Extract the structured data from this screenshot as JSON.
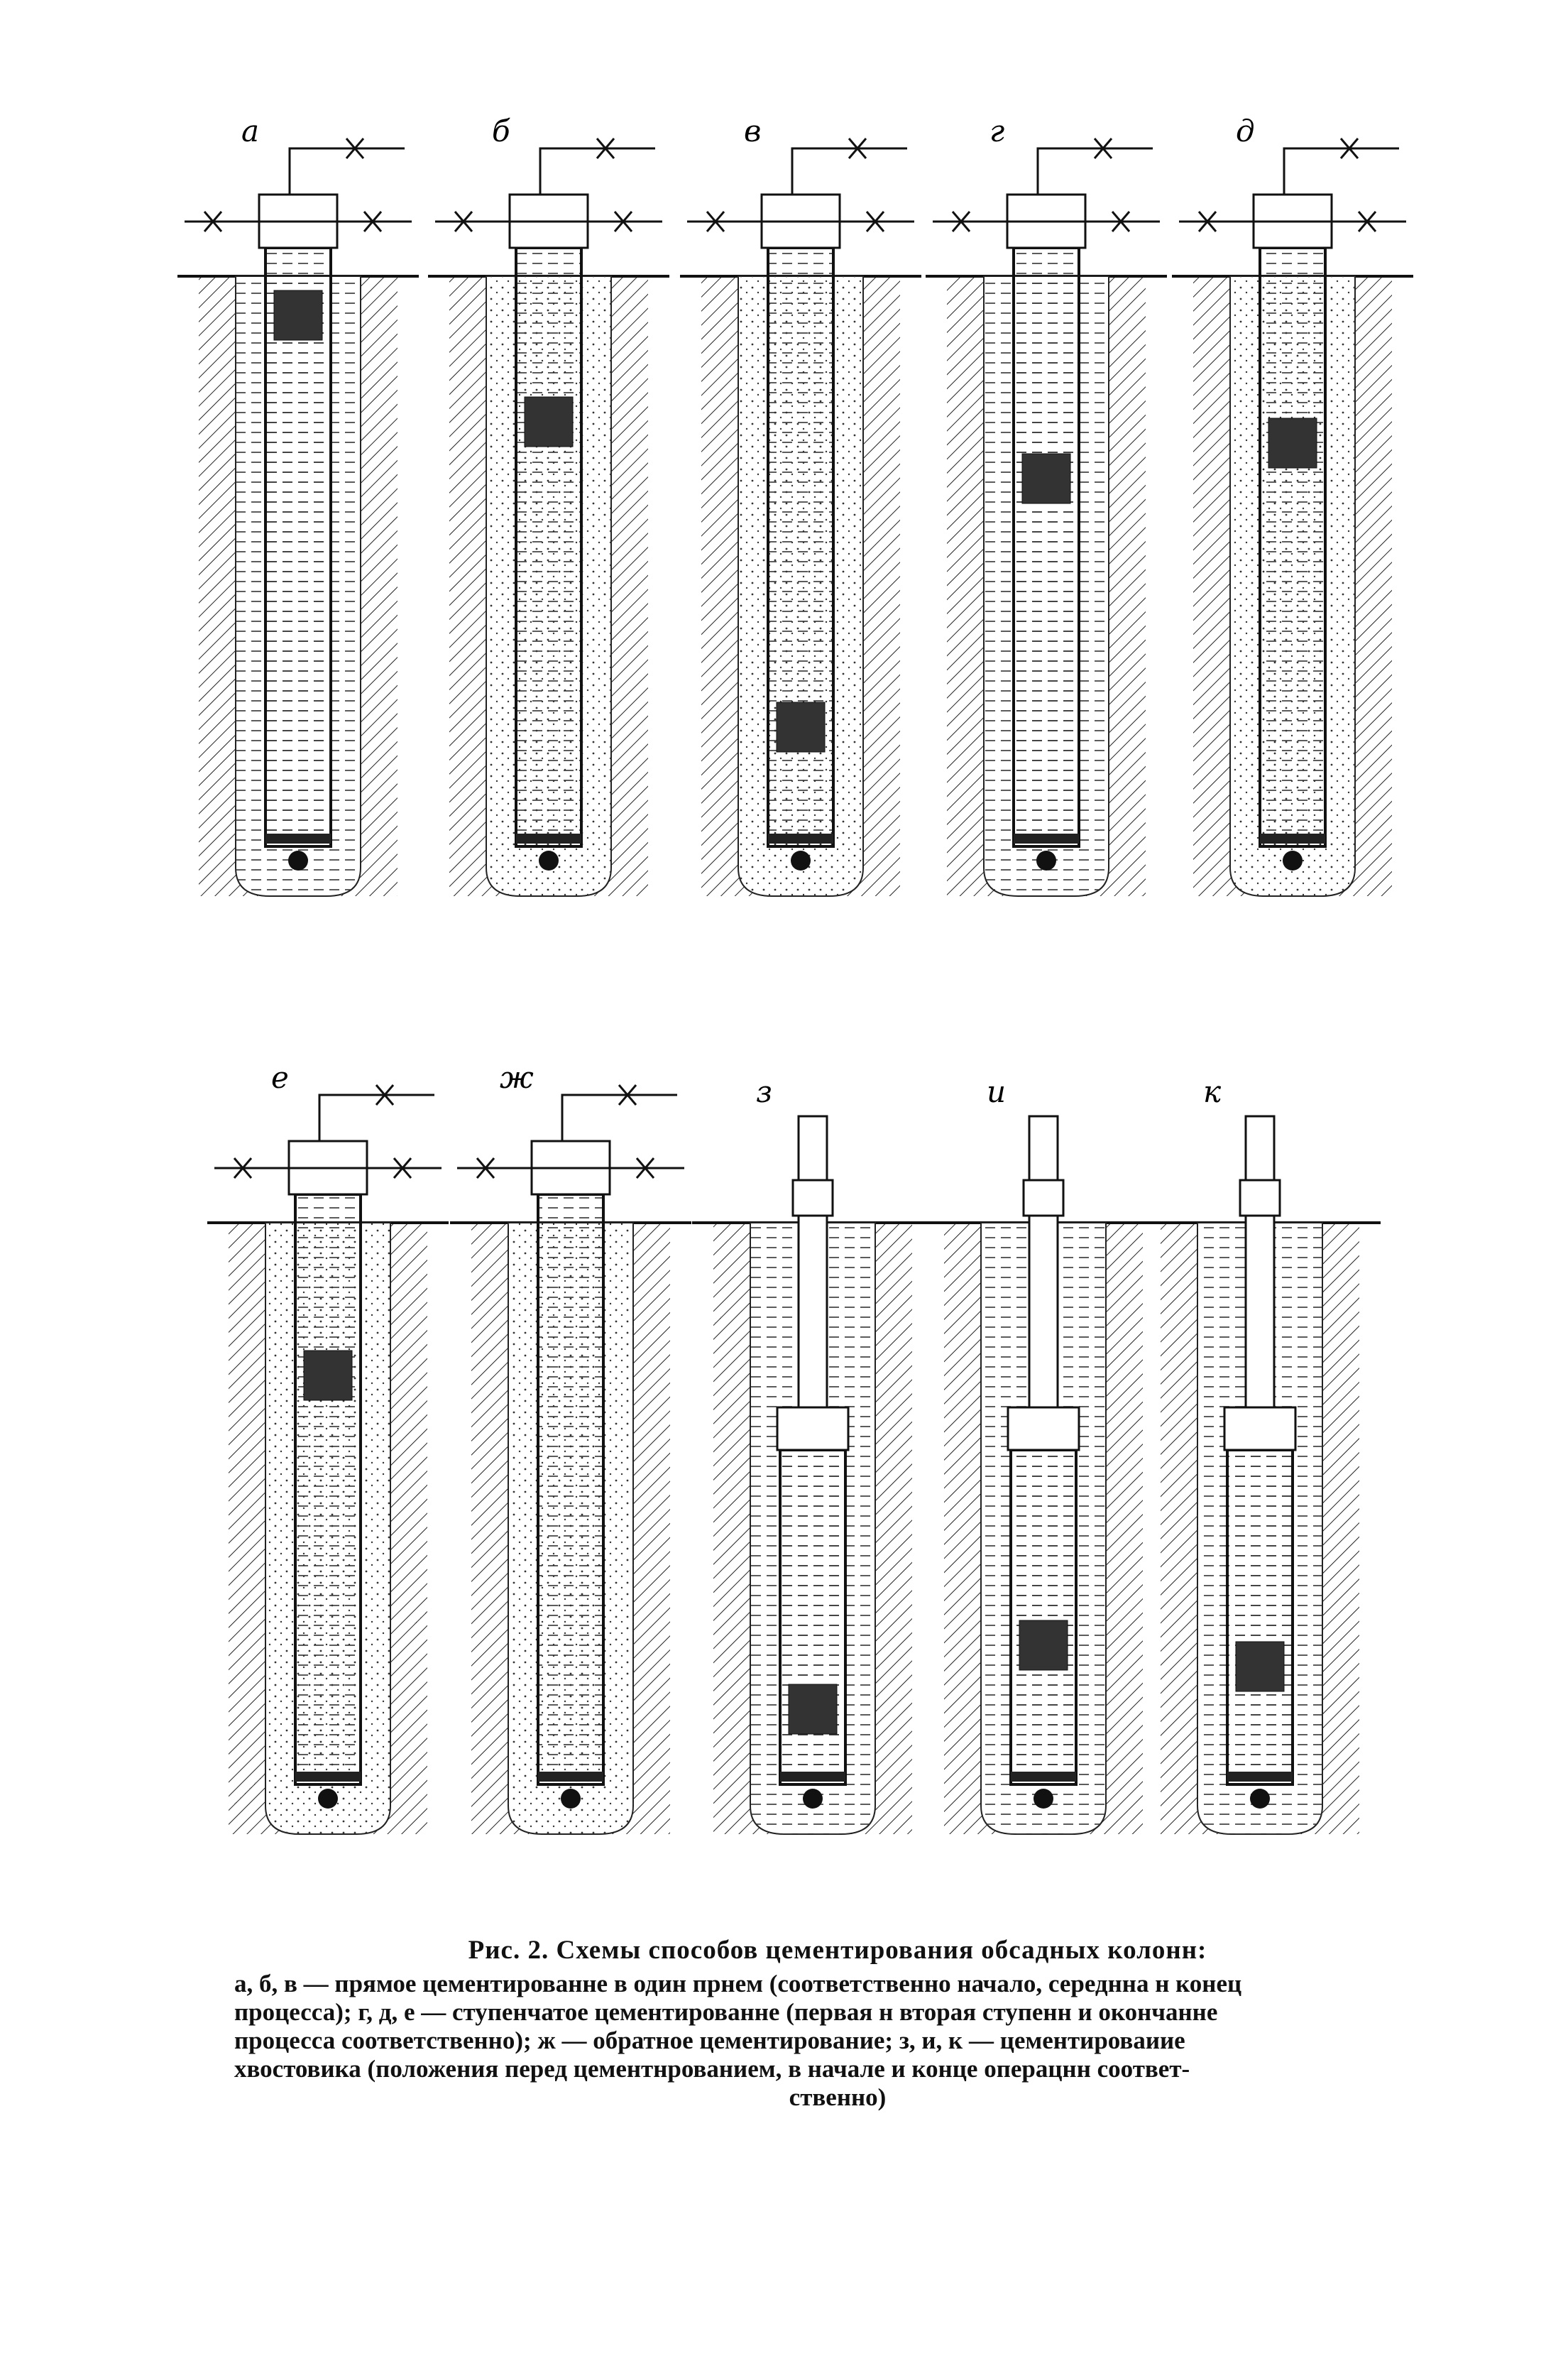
{
  "figure": {
    "wells": [
      {
        "label": "а",
        "type": "direct-start"
      },
      {
        "label": "б",
        "type": "direct-middle"
      },
      {
        "label": "в",
        "type": "direct-end"
      },
      {
        "label": "г",
        "type": "stage-first"
      },
      {
        "label": "д",
        "type": "stage-second"
      },
      {
        "label": "е",
        "type": "stage-end"
      },
      {
        "label": "ж",
        "type": "reverse"
      },
      {
        "label": "з",
        "type": "liner-before"
      },
      {
        "label": "и",
        "type": "liner-start"
      },
      {
        "label": "к",
        "type": "liner-end"
      }
    ]
  },
  "caption": {
    "title": "Рис. 2. Схемы способов цементирования обсадных колонн:",
    "lines": [
      "а, б, в — прямое цементированне в один прнем (соответственно начало, середнна н конец",
      "процесса); г, д, е — ступенчатое цементированне (первая н вторая ступенн и окончанне",
      "процесса соответственно); ж — обратное цементирование; з, и, к — цементироваиие",
      "хвостовика (положения перед цементнрованием, в начале и конце операцнн соответ-",
      "ственно)"
    ]
  }
}
